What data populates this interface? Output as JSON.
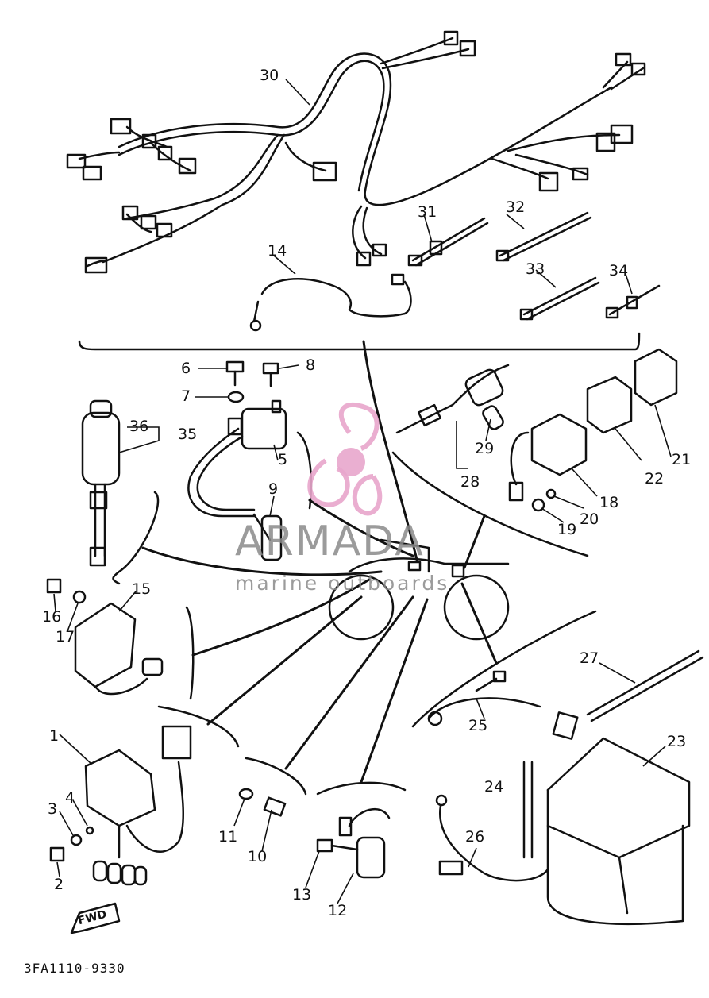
{
  "diagram": {
    "part_numbers": [
      "1",
      "2",
      "3",
      "4",
      "5",
      "6",
      "7",
      "8",
      "9",
      "10",
      "11",
      "12",
      "13",
      "14",
      "15",
      "16",
      "17",
      "18",
      "19",
      "20",
      "21",
      "22",
      "23",
      "24",
      "25",
      "26",
      "27",
      "28",
      "29",
      "30",
      "31",
      "32",
      "33",
      "34",
      "35",
      "36"
    ],
    "direction_label": "FWD",
    "drawing_code": "3FA1110-9330"
  },
  "watermark": {
    "brand": "ARMADA",
    "tagline": "marine outboards",
    "accent_color": "#e8a6cc"
  }
}
